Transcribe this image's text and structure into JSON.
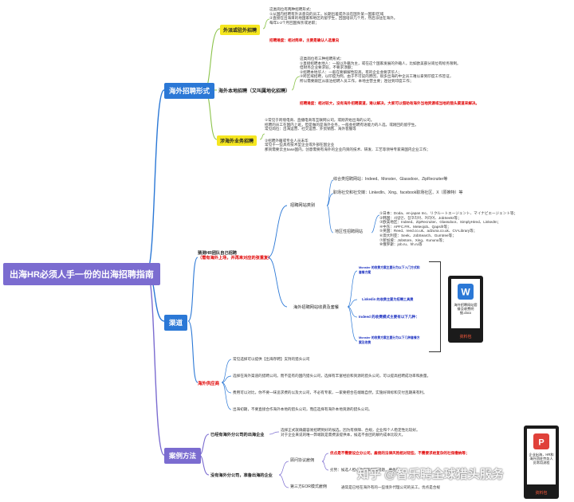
{
  "root": "出海HR必须人手一份的出海招聘指南",
  "branch_recruit_forms": {
    "label": "海外招聘形式",
    "expat": {
      "label": "外派或驻外招聘",
      "lines": [
        "这类岗位有两种招聘形式：",
        "①从国内招聘有外派意向的员工，长期出差或外派在国外某一国家/区域",
        "②直接在出海目的地国家和地区的留学生，回国培训几个月，然后派驻在海外。",
        "每年1-2个月回国探亲或述职；"
      ],
      "difficulty": "招聘难度：相对简单，主要是确认人选意向"
    },
    "local": {
      "label": "海外本地招聘（又叫属地化招聘）",
      "lines": [
        "这类岗位有三种招聘形式：",
        "①直接招聘本地人：一般以外籍为主，或在这个国家发展的外籍人，比如欧美部分岗位有标务限制。",
        "但财务企业要求较，不要求须额；",
        "②招聘本地华人：一般在要解解性较高，有的企业会要求华人；",
        "③跨区域招聘，以印度为例，由于不可说的原因，很多出海的中企员工难以拿到印度工作签证，",
        "所以需要跟区从吸泊招聘人员工作，本地主营主要；连驻到印度工作；"
      ],
      "difficulty": "招聘难度：相对较大，没有海外招聘渠道，难以解决，大家可以借助有海外当地资源或当地的猎头渠道来解决。"
    },
    "remote": {
      "label": "涉海外业务招聘",
      "lines": [
        "①常见于跨境电商、直播电商等互联网公司，或刚开始出海的公司。",
        "招聘的员工在国内上班，但是做的是海外业务，一般会招聘有语能力的人选，或刚回的留学生。",
        "常见岗位：出海运营、社交运营、外贸销售、海外客服等",
        "②招聘外籍或专业人员未华",
        "常见于一些具有技术型企业或外部在国企业",
        "那资需要云主base国内，创意需要有海外的企业内资的技术、研发、工艺等领导专家来国内企业工作；"
      ]
    }
  },
  "branch_channels": {
    "label": "渠道",
    "self": {
      "label": "猜测HR团队自己招聘",
      "note": "（需有海外上场，并再来对应的张重复）",
      "sites": {
        "label": "招聘网站类别",
        "comprehensive": "综合类招聘网站：Indeed、Monster、Glassdoor、ZipRecruiter等",
        "social": "职场社交和社交媒：LinkedIn、Xing、facebook职场社区、X（原推特）等",
        "regional_label": "地区性招聘网站",
        "regional": [
          "①日本：Doda、en-japan Inc、リクルートエージェント、マイナビエージェント等；",
          "②韩国：사람인、잡코리아、커리어、JobSeekr等；",
          "③欧美地区：Indeed、ZipRecruiter、Glassdoor、SimplyHired、LinkedIn；",
          "④中东：APFC.FR、Meteojob、Qapsifr等；",
          "⑤英国：Reed、reed.co.uk、adzuna.co.uk、CV-Library等；",
          "⑥澳大利亚：Seek、JobSearch、Gumtree等；",
          "⑦新加坡：Jobstore、Xing、Kununu等；",
          "⑧俄罗斯：job.ru、hh.ru等"
        ]
      },
      "fees": {
        "label": "海外招聘网站收费及套餐",
        "items": [
          "Monster 的收费方案主要分为以下入门方式和套餐方案",
          "Linkedin 的收费主要为招聘工具费",
          "Indeed 的收费模式主要有以下几种：",
          "Monster 的收费方案主要分为以下几种套餐方案及收费"
        ]
      },
      "doc1": {
        "caption": "海外招聘网站套餐及收费明细.docx",
        "tag": "资料包"
      }
    },
    "supplier": {
      "label": "海外供应商",
      "lines": [
        "常见选择可以提供【出海存聘】支持的猎头公司",
        "选择在海外渠道的猎聘公司。而不是有的国内猎头公司，选择有丰富经验和资源的猎头公司，可以提高招聘成功率和质量。",
        "费用可以对比，你不要一味追求费的以及大公司，不必有专家，一家要把合在端端自然，实施好目标和交付且期来有利。",
        "出海初期，不要直接合作海外本地的猎头公司，而应选择有海外本地资源的猎头公司。"
      ]
    }
  },
  "branch_cases": {
    "label": "案例方法",
    "has_branch": {
      "label": "已经有海外分公司的出海企业",
      "lines": [
        "选择正式就确最容易招聘到好的候选，因为有保障、合规，企业和个人稳定性比较好。",
        "对于企业来说的唯一弊端就是需费该提供本，候选不会团的解约成本比较大。"
      ]
    },
    "no_branch": {
      "label": "没有海外分公司，准备出海的企业",
      "agreement": {
        "label": "顾问协议雇佣",
        "pros": "优点是不需要设立分公司，雇佣的法律风险相对轻些，不需要求给复杂的社保缴纳等；",
        "cons": "劣势：候选人担心社保和保障问题，要务签。"
      },
      "eor": {
        "label": "第三方EOR模式雇佣",
        "text": "通常是已经在海外有的一些境外代理公司的员工，优点是合规"
      }
    },
    "doc2": {
      "caption": "企业出海，HR和海外团驻劳务人员常用流程",
      "tag": "资料包"
    }
  },
  "watermark": "知乎 @智乐聘全球猎头服务",
  "colors": {
    "root": "#7b6cd0",
    "blue": "#2b78d6",
    "yellow": "#f5e620",
    "red": "#e00000",
    "line_green": "#8bc34a",
    "line_blue": "#2b78d6",
    "line_purple": "#7b6cd0",
    "line_gray": "#9a9a9a"
  }
}
